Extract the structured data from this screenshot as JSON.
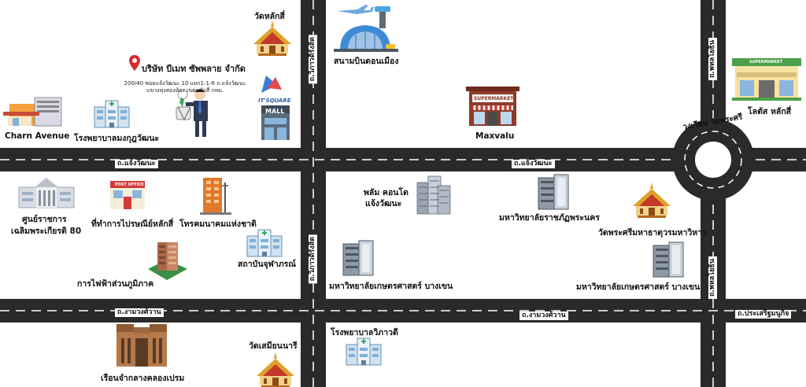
{
  "roads": {
    "chaeng_wattana_west": "ถ.แจ้งวัฒนะ",
    "chaeng_wattana_east": "ถ.แจ้งวัฒนะ",
    "ngam_wong_wan_west": "ถ.งามวงศ์วาน",
    "ngam_wong_wan_east": "ถ.งามวงศ์วาน",
    "prasert_manukitch": "ถ.ประเสริฐมนูกิจ",
    "vibhavadi_north": "ถ.วิภาวดีรังสิต",
    "vibhavadi_south": "ถ.วิภาวดีรังสิต",
    "phahon_north": "ถ.พหลโยธิน",
    "phahon_south": "ถ.พหลโยธิน",
    "roundabout": "วงเวียน วัดพระศรี"
  },
  "company": {
    "name": "บริษัท บีเมท ซัพพลาย จำกัด",
    "address_line1": "200/40 ซอยแจ้งวัฒนะ 10 แยก1-1-6 ถ.แจ้งวัฒนะ",
    "address_line2": "แขวงทุ่งสองห้อง เขตหลักสี่ กทม."
  },
  "places": {
    "wat_lak_si": "วัดหลักสี่",
    "don_mueang": "สนามบินดอนเมือง",
    "charn_avenue": "Charn Avenue",
    "phyathai_hospital": "โรงพยาบาลมงกุฎวัฒนะ",
    "it_square_sign": "IT'SQUARE",
    "mall_sign": "MALL",
    "maxvalu": "Maxvalu",
    "maxvalu_sign": "SUPERMARKET",
    "lotus": "โลตัส หลักสี่",
    "lotus_sign": "SUPERMARKET",
    "government_center_1": "ศูนย์ราชการ",
    "government_center_2": "เฉลิมพระเกียรติ 80",
    "post_office": "ที่ทำการไปรษณีย์หลักสี่",
    "post_office_sign": "POST OFFICE",
    "cat_telecom": "โทรคมนาคมแห่งชาติ",
    "chulabhorn": "สถาบันจุฬาภรณ์",
    "pea": "การไฟฟ้าส่วนภูมิภาค",
    "palm_condo_1": "พลัม คอนโด",
    "palm_condo_2": "แจ้งวัฒนะ",
    "phranakhon_univ": "มหาวิทยาลัยราชภัฏพระนคร",
    "wat_phra_si": "วัดพระศรีมหาธาตุวรมหาวิหาร",
    "ku_bangkhen_1": "มหาวิทยาลัยเกษตรศาสตร์ บางเขน",
    "ku_bangkhen_2": "มหาวิทยาลัยเกษตรศาสตร์ บางเขน",
    "vibharam_hospital": "โรงพยาบาลวิภาวดี",
    "wat_samian_nari": "วัดเสมียนนารี",
    "klong_prem_prison": "เรือนจำกลางคลองเปรม"
  },
  "colors": {
    "road": "#2a2a2a",
    "road_line": "#ffffff",
    "pin": "#d92b2b",
    "temple_roof": "#e0a02a",
    "glass_blue": "#9fc3e6"
  }
}
